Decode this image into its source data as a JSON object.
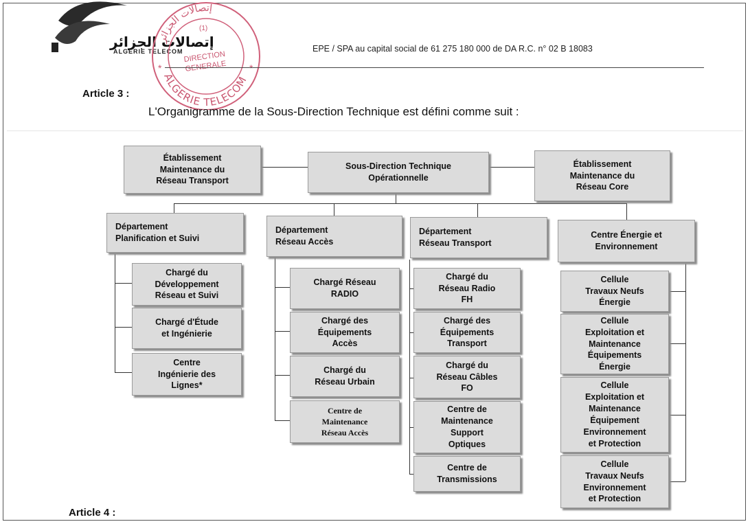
{
  "header": {
    "logo_arabic": "إتصالات الجزائر",
    "logo_latin": "ALGERIE TELECOM",
    "stamp_arabic": "إتصالات الجزائر",
    "stamp_number": "(1)",
    "stamp_line1": "DIRECTION",
    "stamp_line2": "GENERALE",
    "stamp_bottom": "ALGERIE TELECOM",
    "company_info": "EPE / SPA au capital social de 61 275 180 000 de DA    R.C. n° 02 B 18083"
  },
  "article3": {
    "label": "Article 3 :",
    "text": "L'Organigramme de la Sous-Direction Technique est défini comme suit :"
  },
  "article4": {
    "label": "Article 4 :"
  },
  "org": {
    "top_left": "Établissement\nMaintenance du\nRéseau Transport",
    "top_center": "Sous-Direction Technique\nOpérationnelle",
    "top_right": "Établissement\nMaintenance du\nRéseau Core",
    "departments": [
      {
        "title": "Département\nPlanification et Suivi",
        "units": [
          "Chargé du\nDéveloppement\nRéseau et Suivi",
          "Chargé d'Étude\net Ingénierie",
          "Centre\nIngénierie des\nLignes*"
        ]
      },
      {
        "title": "Département\nRéseau Accès",
        "units": [
          "Chargé Réseau\nRADIO",
          "Chargé des\nÉquipements\nAccès",
          "Chargé du\nRéseau Urbain",
          "Centre de\nMaintenance\nRéseau Accès"
        ]
      },
      {
        "title": "Département\nRéseau Transport",
        "units": [
          "Chargé du\nRéseau Radio\nFH",
          "Chargé des\nÉquipements\nTransport",
          "Chargé du\nRéseau Câbles\nFO",
          "Centre de\nMaintenance\nSupport\nOptiques",
          "Centre de\nTransmissions"
        ]
      },
      {
        "title": "Centre Énergie et\nEnvironnement",
        "units": [
          "Cellule\nTravaux Neufs\nÉnergie",
          "Cellule\nExploitation et\nMaintenance\nÉquipements\nÉnergie",
          "Cellule\nExploitation et\nMaintenance\nÉquipement\nEnvironnement\net Protection",
          "Cellule\nTravaux Neufs\nEnvironnement\net Protection"
        ]
      }
    ]
  }
}
